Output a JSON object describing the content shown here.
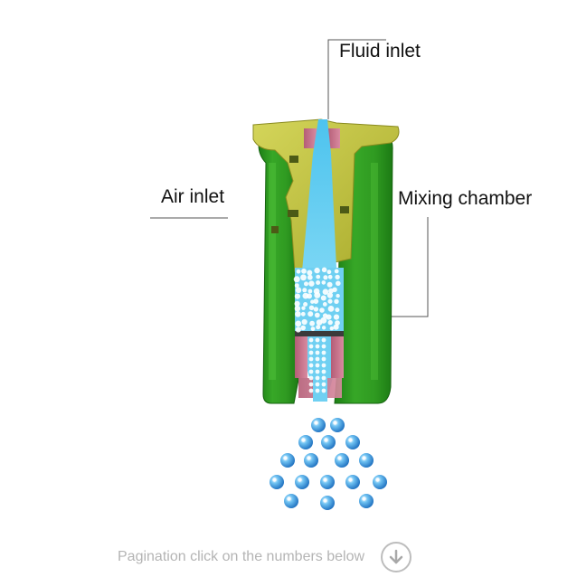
{
  "labels": {
    "fluid_inlet": "Fluid inlet",
    "air_inlet": "Air inlet",
    "mixing_chamber": "Mixing chamber"
  },
  "pagination": {
    "text": "Pagination click on the numbers below",
    "icon": "arrow-down-circle-icon"
  },
  "colors": {
    "body_green": "#2e9a1f",
    "cap_yellow": "#c2c441",
    "insert_pink": "#c9768e",
    "fluid_blue": "#5ec8ee",
    "droplet_blue": "#2f8fd6",
    "leader_line": "#555555",
    "pagination_gray": "#b4b4b4"
  }
}
